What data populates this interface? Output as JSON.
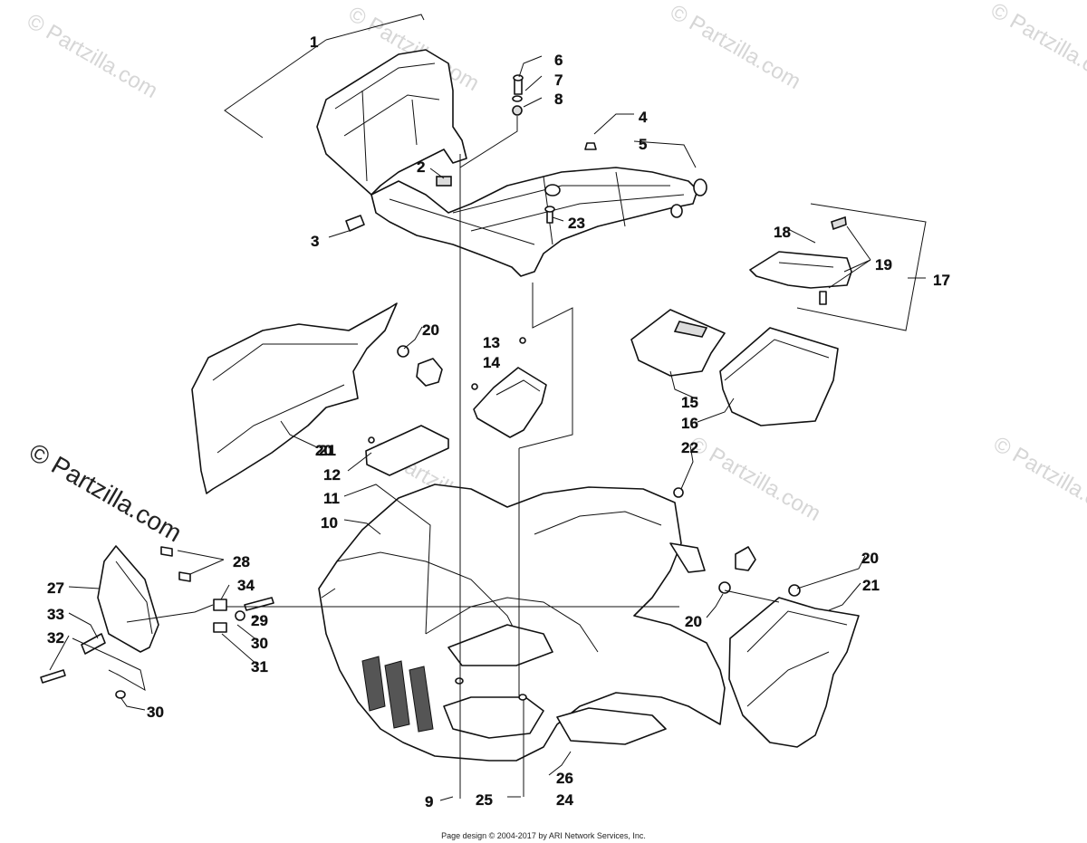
{
  "watermark_text": "© Partzilla.com",
  "footer_text": "Page design © 2004-2017 by ARI Network Services, Inc.",
  "callouts": [
    "1",
    "2",
    "3",
    "4",
    "5",
    "6",
    "7",
    "8",
    "9",
    "10",
    "11",
    "12",
    "13",
    "14",
    "15",
    "16",
    "17",
    "18",
    "19",
    "20",
    "20",
    "20",
    "20",
    "21",
    "21",
    "22",
    "23",
    "24",
    "25",
    "26",
    "27",
    "28",
    "29",
    "30",
    "30",
    "31",
    "32",
    "33",
    "34"
  ]
}
